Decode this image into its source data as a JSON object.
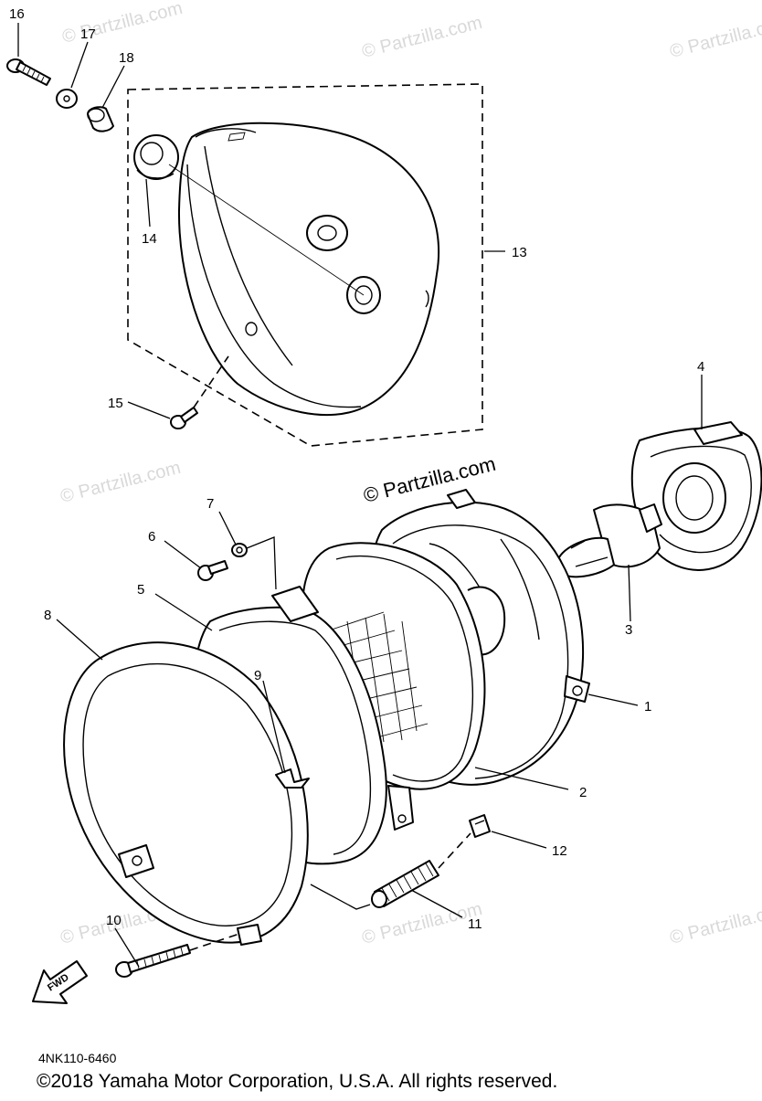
{
  "diagram": {
    "watermark_text": "© Partzilla.com",
    "watermark_color": "#d9d9d9",
    "featured_watermark": "© Partzilla.com",
    "direction_arrow_label": "FWD",
    "reference_number": "4NK110-6460",
    "copyright": "©2018  Yamaha Motor Corporation, U.S.A. All rights reserved.",
    "callouts": {
      "c1": "1",
      "c2": "2",
      "c3": "3",
      "c4": "4",
      "c5": "5",
      "c6": "6",
      "c7": "7",
      "c8": "8",
      "c9": "9",
      "c10": "10",
      "c11": "11",
      "c12": "12",
      "c13": "13",
      "c14": "14",
      "c15": "15",
      "c16": "16",
      "c17": "17",
      "c18": "18"
    }
  }
}
